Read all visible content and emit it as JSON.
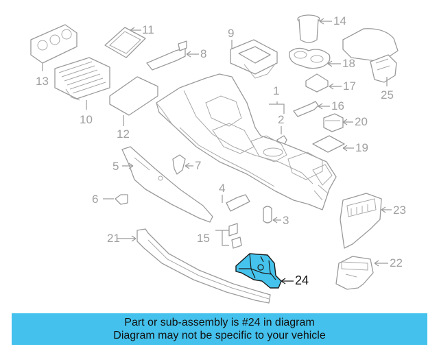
{
  "callouts": [
    "1",
    "2",
    "3",
    "4",
    "5",
    "6",
    "7",
    "8",
    "9",
    "10",
    "11",
    "12",
    "13",
    "14",
    "15",
    "16",
    "17",
    "18",
    "19",
    "20",
    "21",
    "22",
    "23",
    "24",
    "25"
  ],
  "highlight_color": "#45c3ec",
  "banner": {
    "color": "#44c1ec",
    "line1": "Part or sub-assembly is #24 in diagram",
    "line2": "Diagram may not be specific to your vehicle"
  }
}
